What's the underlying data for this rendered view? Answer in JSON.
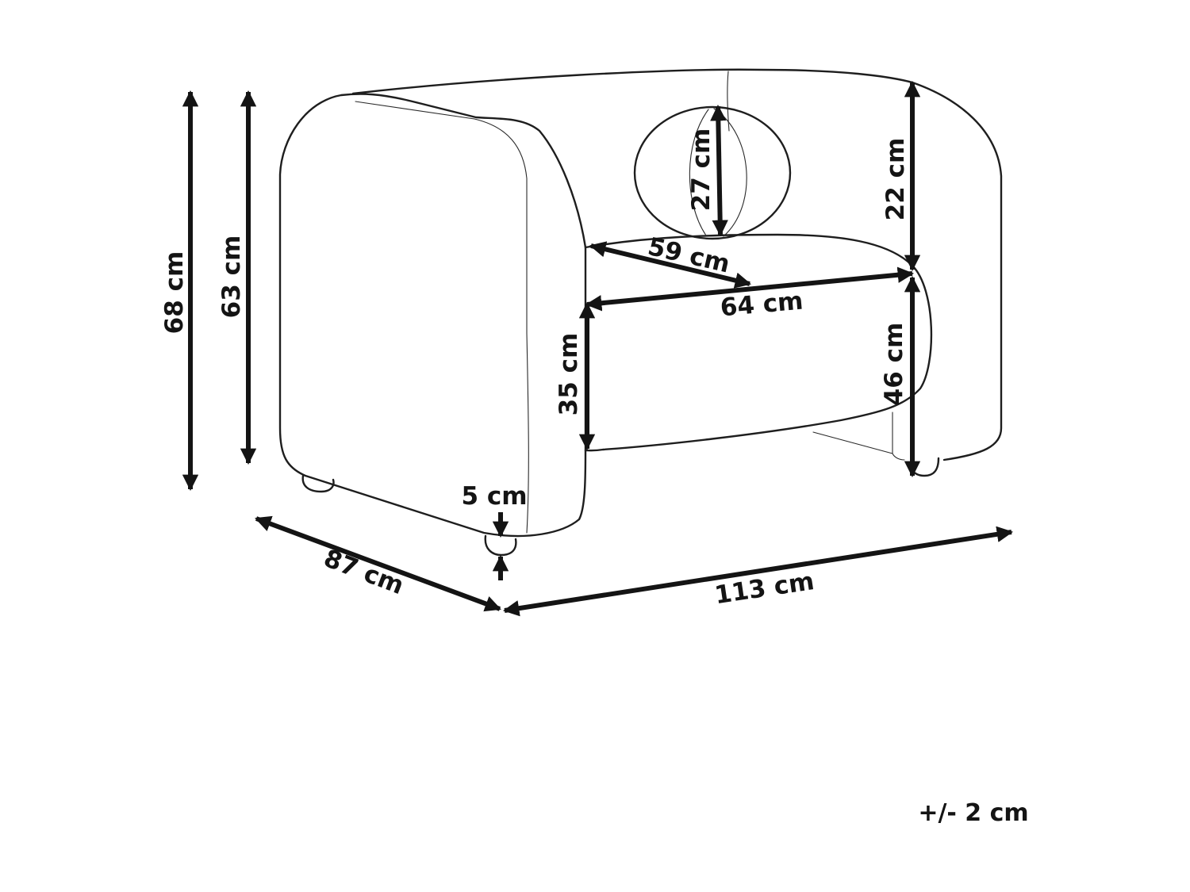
{
  "dimensions": {
    "total_height": "68 cm",
    "armrest_height": "63 cm",
    "cushion_diameter": "27 cm",
    "backrest_height": "22 cm",
    "seat_depth": "59 cm",
    "seat_width": "64 cm",
    "seat_height_front": "35 cm",
    "seat_height": "46 cm",
    "leg_height": "5 cm",
    "depth": "87 cm",
    "width": "113 cm"
  },
  "tolerance": "+/- 2 cm",
  "colors": {
    "ink": "#141414",
    "background": "#ffffff"
  }
}
